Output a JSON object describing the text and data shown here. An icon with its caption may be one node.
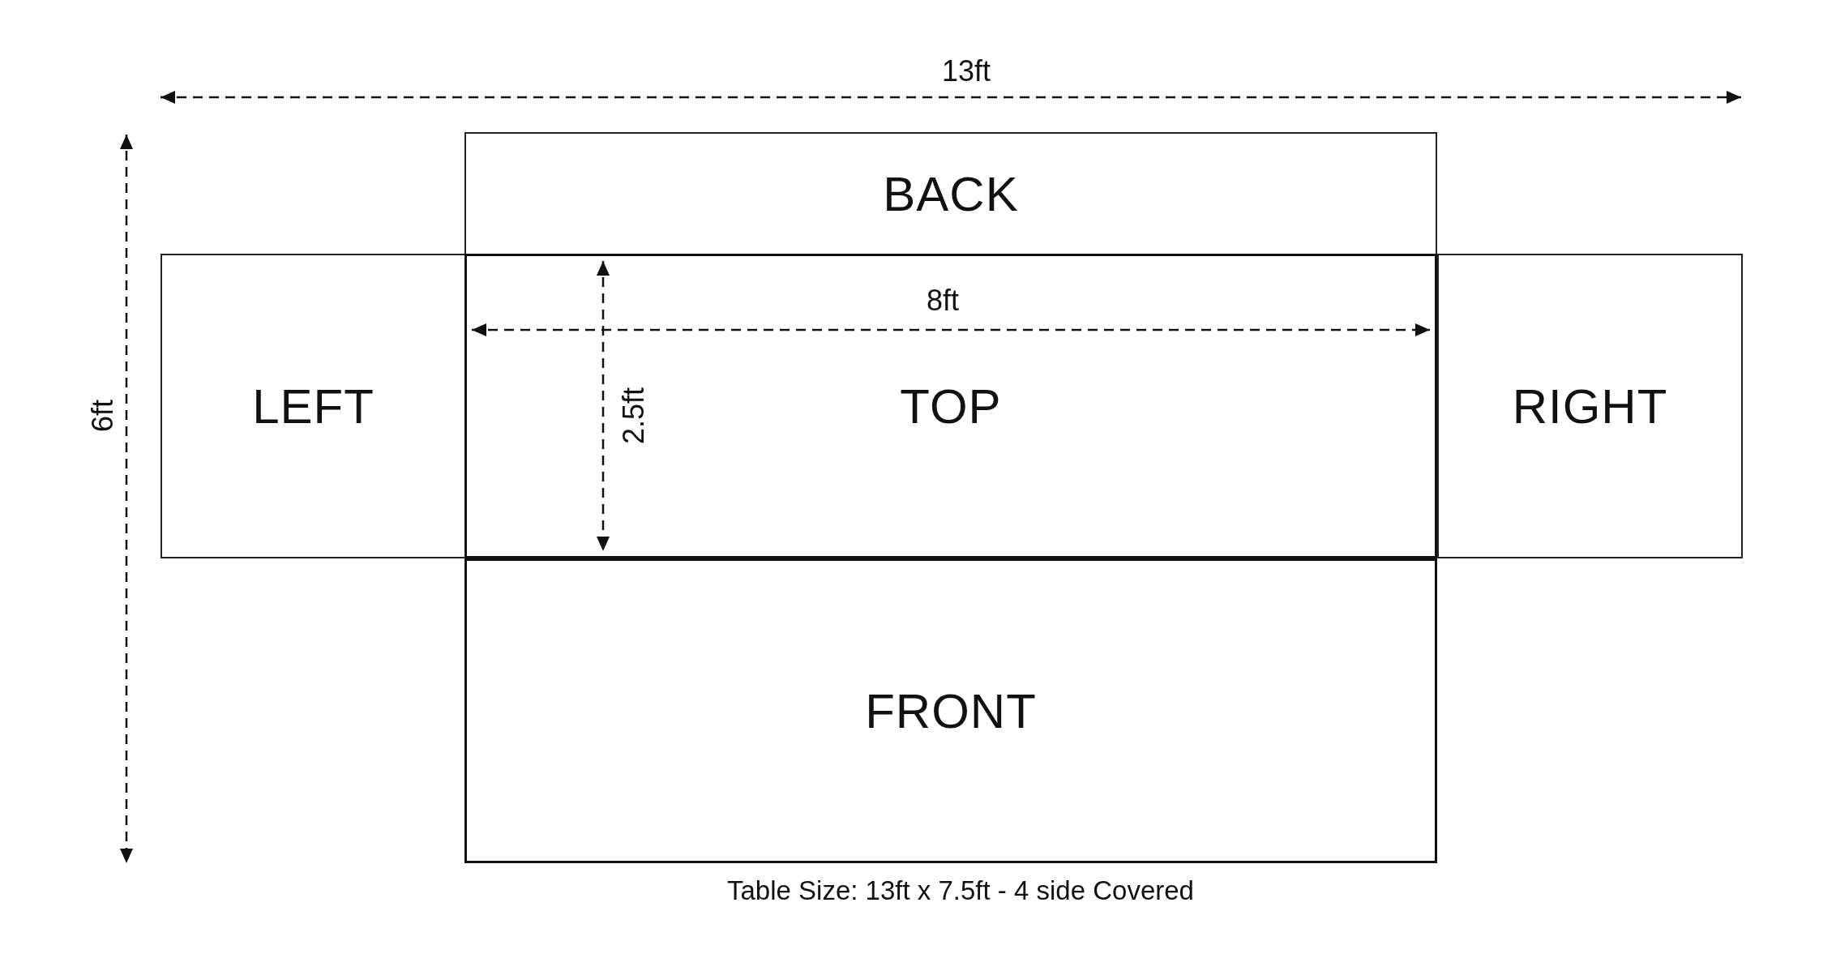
{
  "diagram": {
    "caption": "Table Size: 13ft x 7.5ft - 4 side Covered",
    "nodes": [
      {
        "text": [
          "BACK"
        ]
      },
      {
        "text": [
          "LEFT"
        ]
      },
      {
        "text": [
          "TOP"
        ]
      },
      {
        "text": [
          "RIGHT"
        ]
      },
      {
        "text": [
          "FRONT"
        ]
      }
    ],
    "labels": [
      "13ft",
      "6ft",
      "8ft",
      "2.5ft"
    ]
  }
}
